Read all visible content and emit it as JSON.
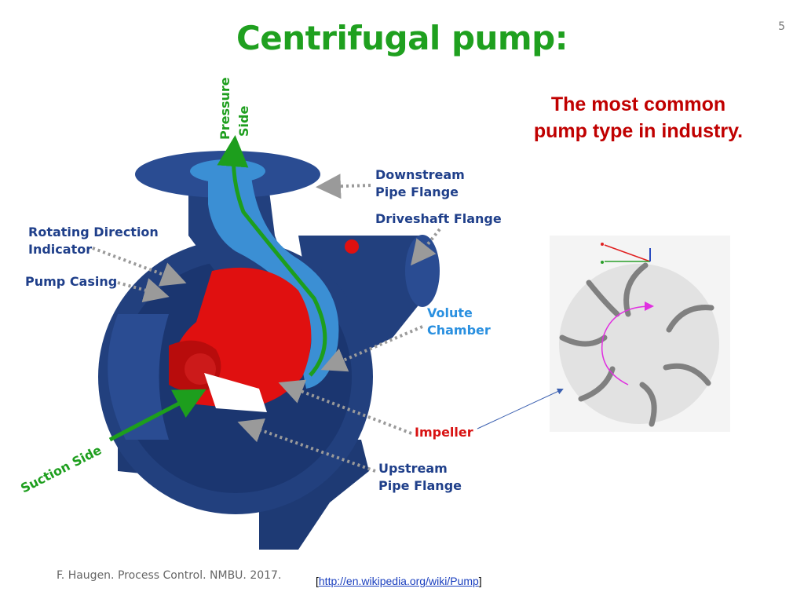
{
  "slide": {
    "number": "5",
    "title": "Centrifugal pump:",
    "subtitle_line1": "The most common",
    "subtitle_line2": "pump type in industry.",
    "footer_credit": "F. Haugen. Process Control. NMBU. 2017.",
    "link_open": "[",
    "link_text": "http://en.wikipedia.org/wiki/Pump",
    "link_close": "]"
  },
  "labels": {
    "pressure": "Pressure",
    "side": "Side",
    "suction_side": "Suction Side",
    "downstream_1": "Downstream",
    "downstream_2": "Pipe Flange",
    "driveshaft": "Driveshaft Flange",
    "rotating_1": "Rotating Direction",
    "rotating_2": "Indicator",
    "pump_casing": "Pump Casing",
    "volute_1": "Volute",
    "volute_2": "Chamber",
    "impeller": "Impeller",
    "upstream_1": "Upstream",
    "upstream_2": "Pipe Flange"
  },
  "colors": {
    "title": "#1fa01f",
    "subtitle": "#c00000",
    "casing": "#22407e",
    "casing_dark": "#142a5a",
    "volute": "#3b8fd4",
    "impeller": "#e01010",
    "flow_arrow": "#1d9e1d",
    "label_text": "#1f3f8a",
    "impeller_label": "#d81212",
    "volute_label": "#2a90e0",
    "leader": "#9a9a9a",
    "vane": "#808080",
    "rotation": "#e030e0"
  }
}
